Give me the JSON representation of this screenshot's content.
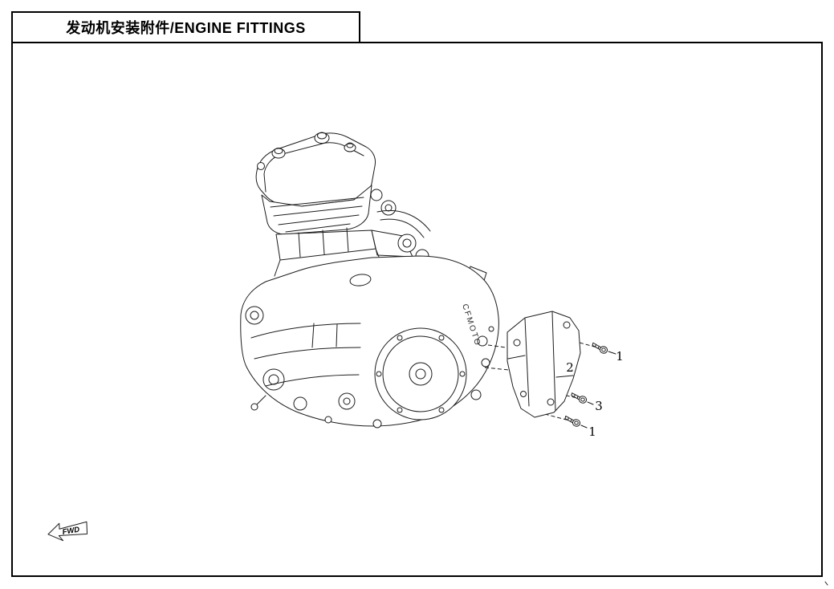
{
  "title": "发动机安装附件/ENGINE FITTINGS",
  "engine_branding": "CFMOTO",
  "fwd": {
    "label": "FWD"
  },
  "callouts": {
    "bolt_top": "1",
    "bracket": "2",
    "bolt_middle": "3",
    "bolt_bottom": "1"
  },
  "colors": {
    "background": "#ffffff",
    "line": "#1c1c1c",
    "frame": "#000000"
  }
}
